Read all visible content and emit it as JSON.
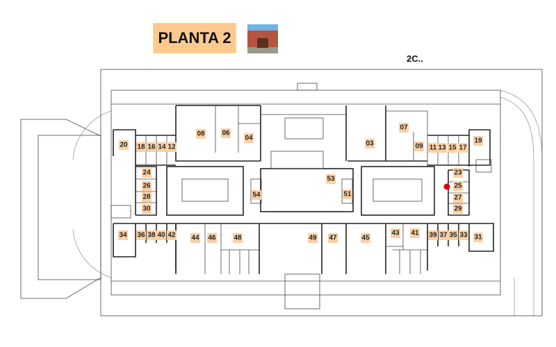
{
  "header": {
    "title": "PLANTA 2",
    "code": "2C.."
  },
  "colors": {
    "label_bg": "#fcd0a4",
    "title_bg": "#fdc98f",
    "marker": "#e00000"
  },
  "marker": {
    "room": "25",
    "icon": "location-dot"
  },
  "rooms": [
    "08",
    "06",
    "04",
    "20",
    "18",
    "16",
    "14",
    "12",
    "03",
    "07",
    "09",
    "11",
    "13",
    "15",
    "17",
    "19",
    "24",
    "26",
    "28",
    "30",
    "23",
    "25",
    "27",
    "29",
    "53",
    "54",
    "51",
    "34",
    "36",
    "38",
    "40",
    "42",
    "44",
    "46",
    "48",
    "49",
    "47",
    "45",
    "43",
    "41",
    "39",
    "37",
    "35",
    "33",
    "31"
  ]
}
